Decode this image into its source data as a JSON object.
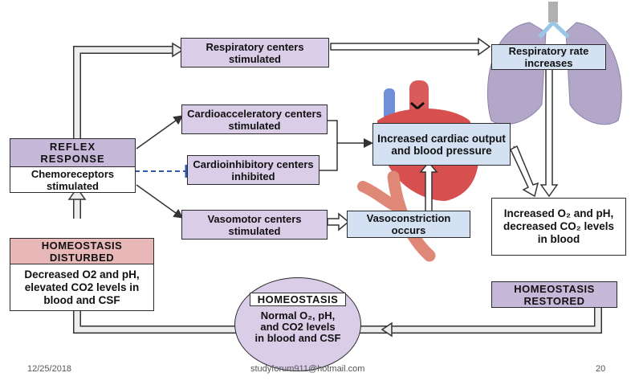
{
  "nodes": {
    "respiratory_centers": "Respiratory centers stimulated",
    "respiratory_rate": "Respiratory rate increases",
    "cardioacceleratory": "Cardioacceleratory centers stimulated",
    "cardioinhibitory": "Cardioinhibitory centers inhibited",
    "cardiac_output": "Increased cardiac output and blood pressure",
    "reflex_response": "REFLEX RESPONSE",
    "chemoreceptors": "Chemoreceptors stimulated",
    "vasomotor": "Vasomotor centers stimulated",
    "vasoconstriction": "Vasoconstriction occurs",
    "increased_o2": "Increased O₂ and pH, decreased CO₂ levels in blood",
    "homeostasis_restored": "HOMEOSTASIS RESTORED",
    "homeostasis_disturbed": "HOMEOSTASIS DISTURBED",
    "decreased_o2": "Decreased O2 and pH, elevated CO2 levels in blood and CSF",
    "homeostasis_title": "HOMEOSTASIS",
    "homeostasis_body": "Normal O₂, pH, and CO2 levels in blood and CSF"
  },
  "footer": {
    "date": "12/25/2018",
    "email": "studyforum911@hotmail.com",
    "page": "20"
  },
  "colors": {
    "loop_arrow": "#ededed",
    "box_purple": "#d9cde8",
    "box_blue": "#d3e1f2",
    "box_pink": "#e8b7b7",
    "dashed_link": "#2f5aa8"
  }
}
